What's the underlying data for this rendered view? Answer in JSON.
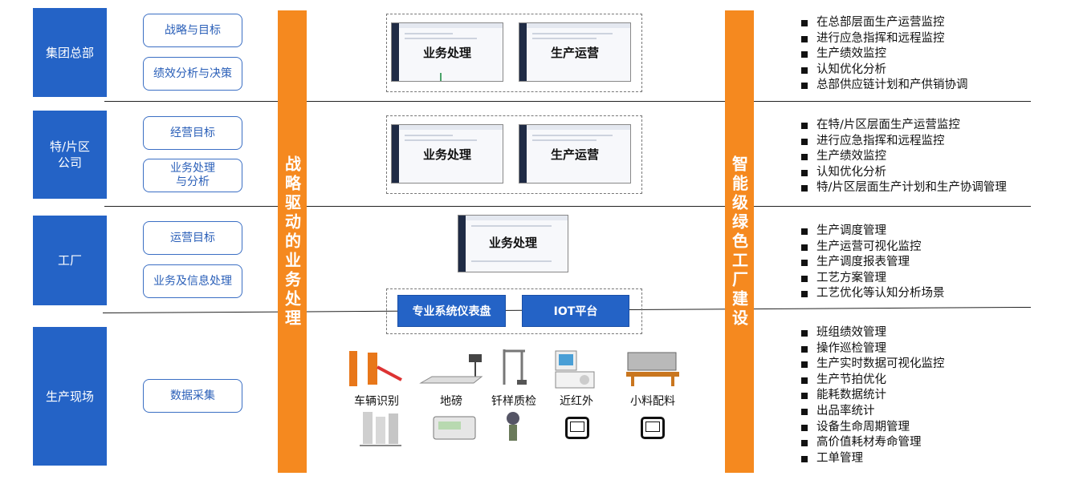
{
  "levels": [
    {
      "label": "集团总部"
    },
    {
      "label": "特/片区\n公司"
    },
    {
      "label": "工厂"
    },
    {
      "label": "生产现场"
    }
  ],
  "goals": [
    "战略与目标",
    "绩效分析与决策",
    "经营目标",
    "业务处理\n与分析",
    "运营目标",
    "业务及信息处理",
    "数据采集"
  ],
  "bars": {
    "left": "战略驱动的业务处理",
    "right": "智能级绿色工厂建设"
  },
  "screens": {
    "business": "业务处理",
    "production": "生产运营"
  },
  "platform": {
    "dashboard": "专业系统仪表盘",
    "iot": "IOT平台"
  },
  "devices": [
    "车辆识别",
    "地磅",
    "钎样质检",
    "近红外",
    "小料配料"
  ],
  "features": {
    "hq": [
      "在总部层面生产运营监控",
      "进行应急指挥和远程监控",
      "生产绩效监控",
      "认知优化分析",
      "总部供应链计划和产供销协调"
    ],
    "region": [
      "在特/片区层面生产运营监控",
      "进行应急指挥和远程监控",
      "生产绩效监控",
      "认知优化分析",
      "特/片区层面生产计划和生产协调管理"
    ],
    "factory": [
      "生产调度管理",
      "生产运营可视化监控",
      "生产调度报表管理",
      "工艺方案管理",
      "工艺优化等认知分析场景"
    ],
    "site": [
      "班组绩效管理",
      "操作巡检管理",
      "生产实时数据可视化监控",
      "生产节拍优化",
      "能耗数据统计",
      "出品率统计",
      "设备生命周期管理",
      "高价值耗材寿命管理",
      "工单管理"
    ]
  },
  "colors": {
    "blue": "#2463c6",
    "orange": "#f5891f"
  }
}
